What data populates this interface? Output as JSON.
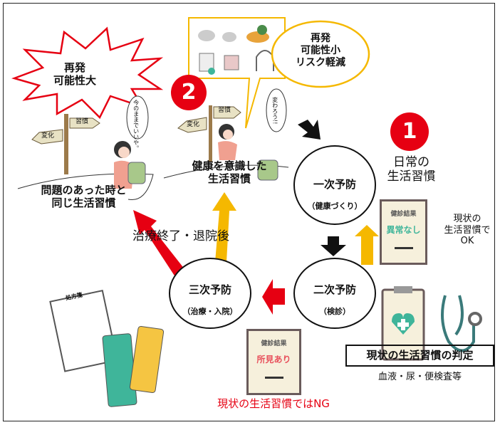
{
  "starburst": {
    "line1": "再発",
    "line2": "可能性大"
  },
  "ellipse": {
    "line1": "再発",
    "line2": "可能性小",
    "line3": "リスク軽減"
  },
  "badges": {
    "one": "1",
    "two": "2"
  },
  "signs": {
    "habit": "習慣",
    "change": "変化"
  },
  "thoughts": {
    "left": "今のままでいいや。",
    "right": "変わろう!!"
  },
  "left_caption": {
    "line1": "問題のあった時と",
    "line2": "同じ生活習慣"
  },
  "mid_caption": {
    "line1": "健康を意識した",
    "line2": "生活習慣"
  },
  "daily": {
    "line1": "日常の",
    "line2": "生活習慣"
  },
  "primary": {
    "title": "一次予防",
    "sub": "（健康づくり）"
  },
  "secondary": {
    "title": "二次予防",
    "sub": "（検診）"
  },
  "tertiary": {
    "title": "三次予防",
    "sub": "（治療・入院）"
  },
  "after_treatment": "治療終了・退院後",
  "card_ok": {
    "header": "健診結果",
    "result": "異常なし"
  },
  "card_ng": {
    "header": "健診結果",
    "result": "所見あり"
  },
  "ok_note": {
    "line1": "現状の",
    "line2": "生活習慣で",
    "line3": "OK"
  },
  "ng_note": "現状の生活習慣ではNG",
  "judgement": {
    "title": "現状の生活習慣の判定",
    "sub": "血液・尿・便検査等"
  },
  "prescription_label": "処方箋",
  "colors": {
    "red": "#e60012",
    "yellow": "#f5b800",
    "ok_green": "#3fb59a",
    "ng_pink": "#e8505b"
  }
}
